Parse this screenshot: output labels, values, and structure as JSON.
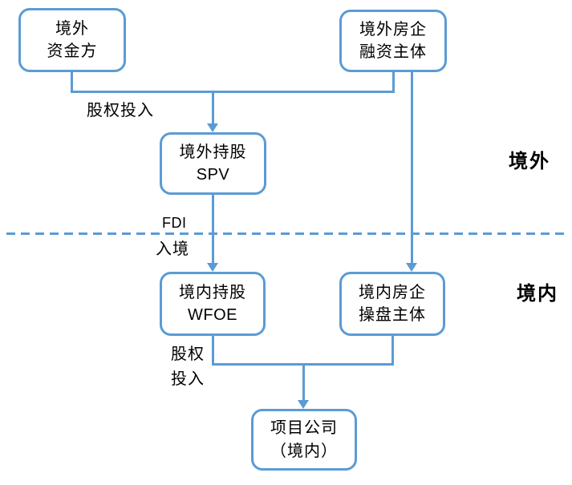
{
  "diagram": {
    "boxes": {
      "offshore_capital": {
        "line1": "境外",
        "line2": "资金方"
      },
      "offshore_financier": {
        "line1": "境外房企",
        "line2": "融资主体"
      },
      "offshore_spv": {
        "line1": "境外持股",
        "line2": "SPV"
      },
      "onshore_wfoe": {
        "line1": "境内持股",
        "line2": "WFOE"
      },
      "onshore_operator": {
        "line1": "境内房企",
        "line2": "操盘主体"
      },
      "project_company": {
        "line1": "项目公司",
        "line2": "（境内）"
      }
    },
    "labels": {
      "equity_in_top": "股权投入",
      "fdi": "FDI",
      "fdi_entry": "入境",
      "equity_bottom_line1": "股权",
      "equity_bottom_line2": "投入",
      "region_offshore": "境外",
      "region_onshore": "境内"
    },
    "colors": {
      "accent_blue": "#5B9BD5",
      "text": "#000000",
      "background": "#FFFFFF"
    }
  }
}
